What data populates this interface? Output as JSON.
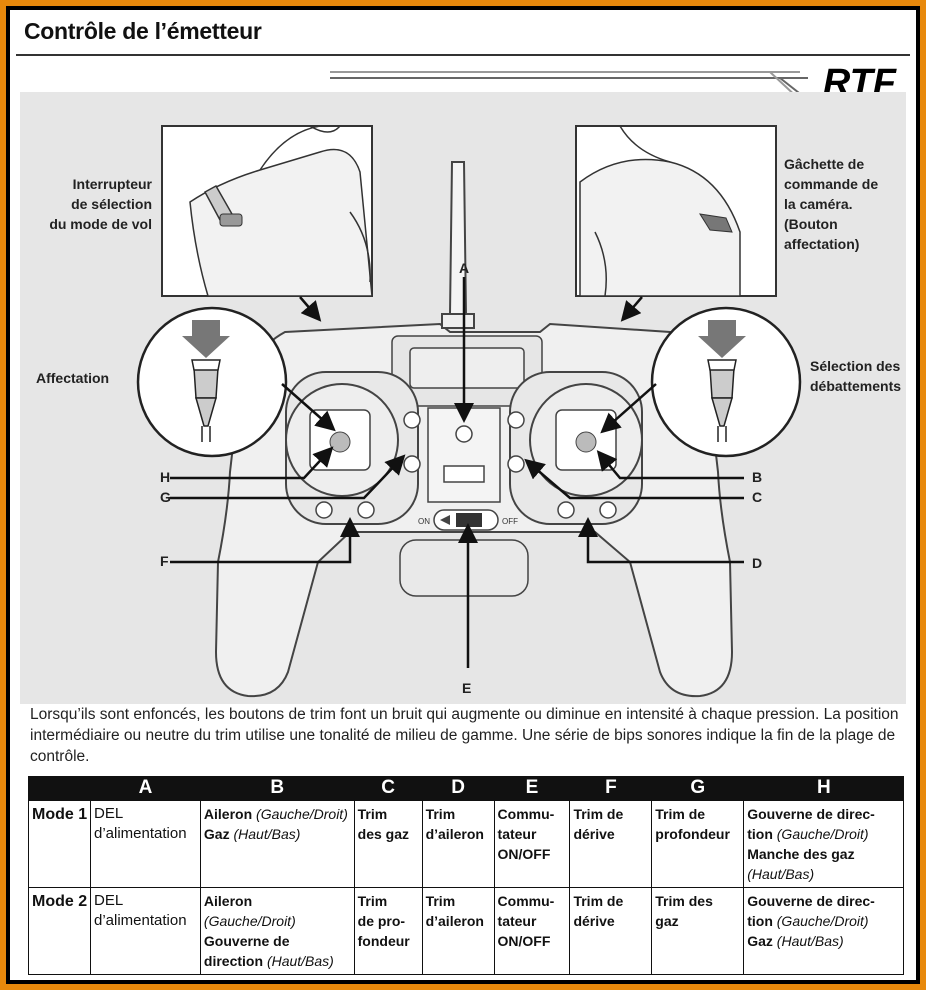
{
  "header": {
    "title": "Contrôle de l’émetteur",
    "badge": "RTF"
  },
  "callouts": {
    "flight_mode_switch": [
      "Interrupteur",
      "de sélection",
      "du mode de vol"
    ],
    "camera_trigger": [
      "Gâchette de",
      "commande de",
      "la caméra.",
      "(Bouton",
      "affectation)"
    ],
    "bind": "Affectation",
    "rates": [
      "Sélection des",
      "débattements"
    ],
    "on_label": "ON",
    "off_label": "OFF"
  },
  "letters": {
    "A": "A",
    "B": "B",
    "C": "C",
    "D": "D",
    "E": "E",
    "F": "F",
    "G": "G",
    "H": "H"
  },
  "paragraph": "Lorsqu’ils sont enfoncés, les boutons de trim font un bruit qui augmente ou diminue en intensité à chaque pression. La position intermédiaire ou neutre du trim utilise une tonalité de milieu de gamme. Une série de bips sonores indique la fin de la plage de contrôle.",
  "table": {
    "headers": [
      "",
      "A",
      "B",
      "C",
      "D",
      "E",
      "F",
      "G",
      "H"
    ],
    "mode1": {
      "mode": "Mode 1",
      "a": [
        "DEL",
        "d’alimentation"
      ],
      "b1": "Aileron",
      "b1i": "(Gauche/Droit)",
      "b2": "Gaz",
      "b2i": "(Haut/Bas)",
      "c": [
        "Trim",
        "des gaz"
      ],
      "d": [
        "Trim",
        "d’aileron"
      ],
      "e": [
        "Commu-",
        "tateur",
        "ON/OFF"
      ],
      "f": [
        "Trim de",
        "dérive"
      ],
      "g": [
        "Trim de",
        "profondeur"
      ],
      "h1": "Gouverne de direc-",
      "h1b": "tion",
      "h1i": "(Gauche/Droit)",
      "h2": "Manche des gaz",
      "h2i": "(Haut/Bas)"
    },
    "mode2": {
      "mode": "Mode 2",
      "a": [
        "DEL",
        "d’alimentation"
      ],
      "b1": "Aileron",
      "b1i": "(Gauche/Droit)",
      "b2": "Gouverne de",
      "b2b": "direction",
      "b2i": "(Haut/Bas)",
      "c": [
        "Trim",
        "de pro-",
        "fondeur"
      ],
      "d": [
        "Trim",
        "d’aileron"
      ],
      "e": [
        "Commu-",
        "tateur",
        "ON/OFF"
      ],
      "f": [
        "Trim de",
        "dérive"
      ],
      "g": [
        "Trim des",
        "gaz"
      ],
      "h1": "Gouverne de direc-",
      "h1b": "tion",
      "h1i": "(Gauche/Droit)",
      "h2": "Gaz",
      "h2i": "(Haut/Bas)"
    }
  }
}
